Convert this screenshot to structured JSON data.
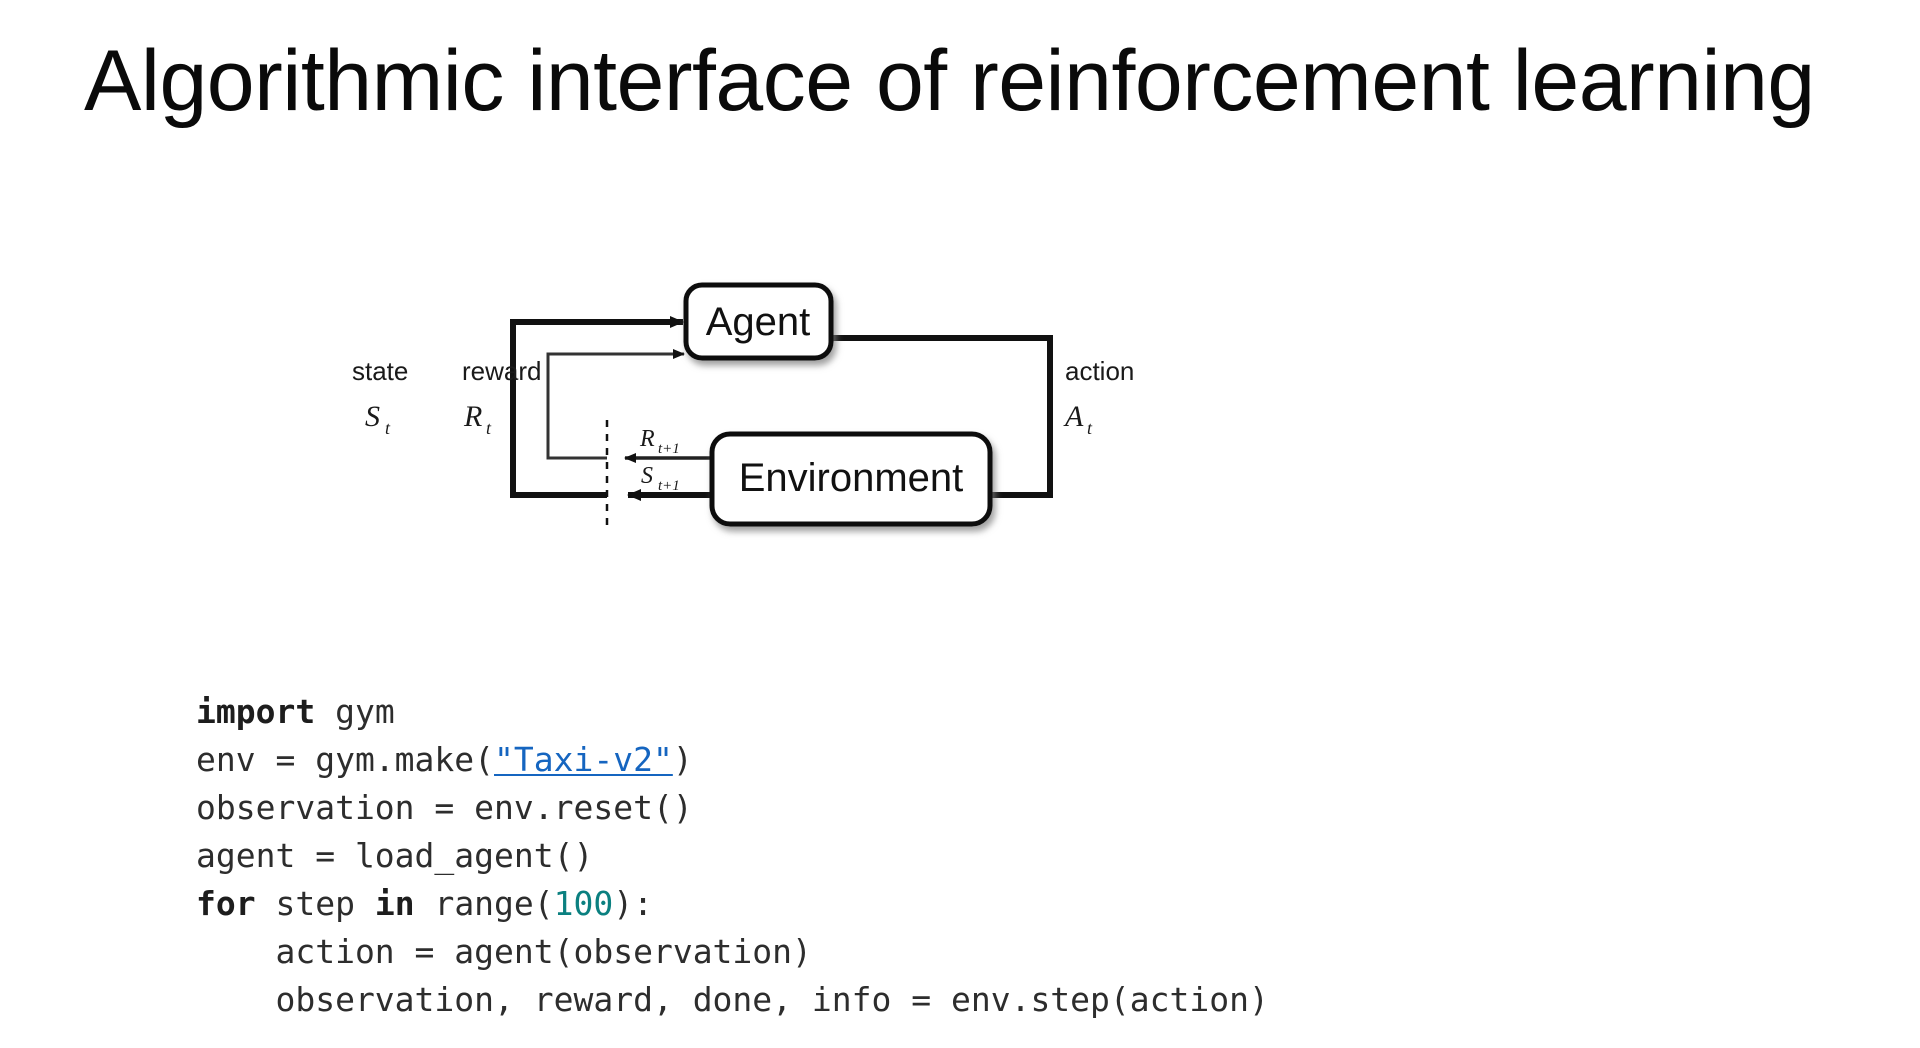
{
  "slide": {
    "title": "Algorithmic interface of reinforcement learning",
    "background_color": "#ffffff"
  },
  "diagram": {
    "name": "agent-environment-interaction-loop",
    "agent_box_label": "Agent",
    "environment_box_label": "Environment",
    "state_label": "state",
    "state_symbol": "S",
    "state_subscript": "t",
    "reward_label": "reward",
    "reward_symbol": "R",
    "reward_subscript": "t",
    "action_label": "action",
    "action_symbol": "A",
    "action_subscript": "t",
    "next_reward_symbol": "R",
    "next_reward_subscript": "t+1",
    "next_state_symbol": "S",
    "next_state_subscript": "t+1",
    "stroke_color": "#111111",
    "box_fill": "#ffffff"
  },
  "code": {
    "language": "python",
    "text_color": "#2d2d2d",
    "keyword_color": "#1d1d1d",
    "number_color": "#0b8080",
    "link_color": "#1565c0",
    "lines": [
      {
        "tokens": [
          {
            "t": "import",
            "k": "kw"
          },
          {
            "t": " gym",
            "k": ""
          }
        ]
      },
      {
        "tokens": [
          {
            "t": "env = gym.make(",
            "k": ""
          },
          {
            "t": "\"Taxi-v2\"",
            "k": "link"
          },
          {
            "t": ")",
            "k": ""
          }
        ]
      },
      {
        "tokens": [
          {
            "t": "observation = env.reset()",
            "k": ""
          }
        ]
      },
      {
        "tokens": [
          {
            "t": "agent = load_agent()",
            "k": ""
          }
        ]
      },
      {
        "tokens": [
          {
            "t": "for",
            "k": "kw"
          },
          {
            "t": " step ",
            "k": ""
          },
          {
            "t": "in",
            "k": "kw"
          },
          {
            "t": " range(",
            "k": ""
          },
          {
            "t": "100",
            "k": "num"
          },
          {
            "t": "):",
            "k": ""
          }
        ]
      },
      {
        "tokens": [
          {
            "t": "    action = agent(observation)",
            "k": ""
          }
        ]
      },
      {
        "tokens": [
          {
            "t": "    observation, reward, done, info = env.step(action)",
            "k": ""
          }
        ]
      }
    ]
  }
}
